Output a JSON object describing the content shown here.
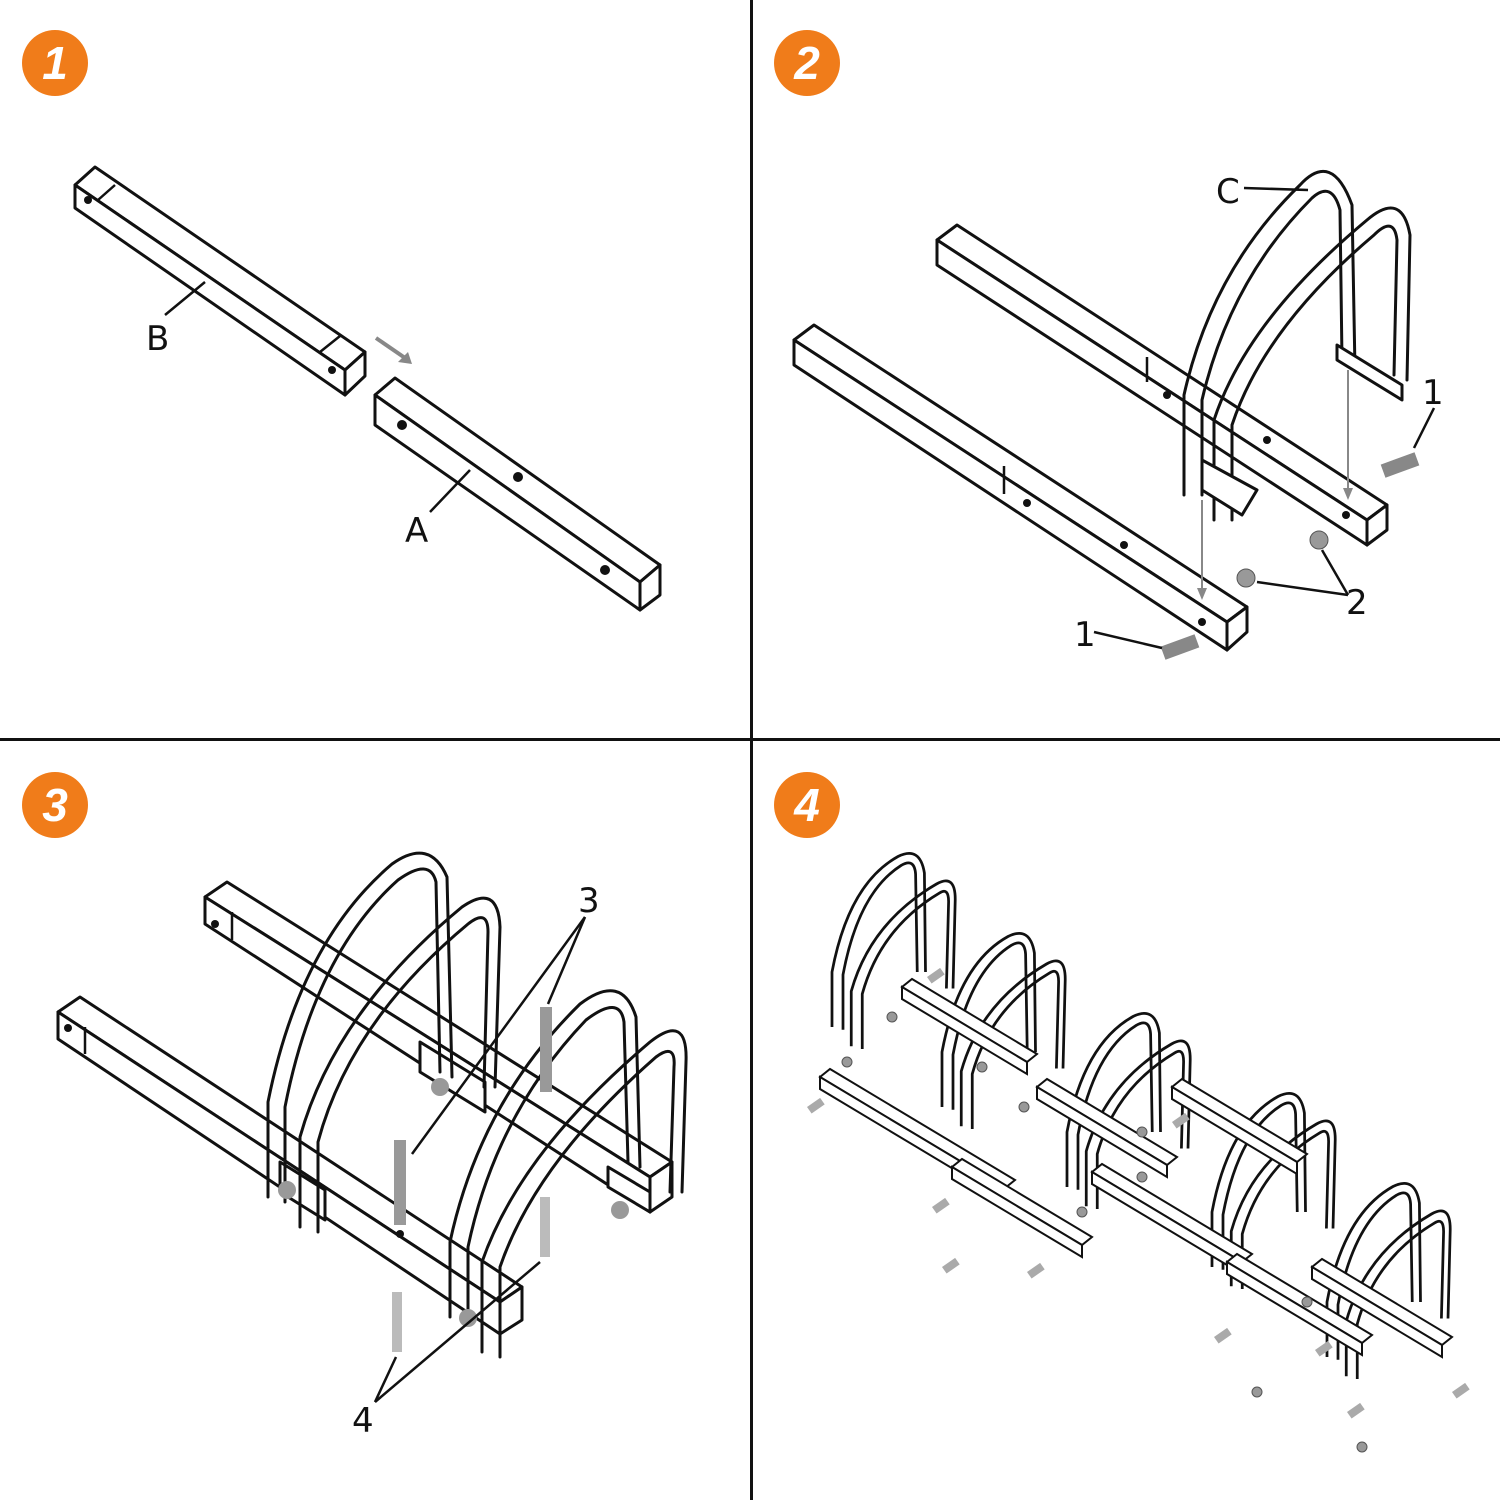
{
  "steps": [
    {
      "number": "1",
      "labels": {
        "b": "B",
        "a": "A"
      }
    },
    {
      "number": "2",
      "labels": {
        "c": "C",
        "one_top": "1",
        "one_bottom": "1",
        "two": "2"
      }
    },
    {
      "number": "3",
      "labels": {
        "three": "3",
        "four": "4"
      }
    },
    {
      "number": "4"
    }
  ],
  "colors": {
    "badge": "#f07c1a",
    "line": "#111111",
    "hardware": "#888888"
  }
}
